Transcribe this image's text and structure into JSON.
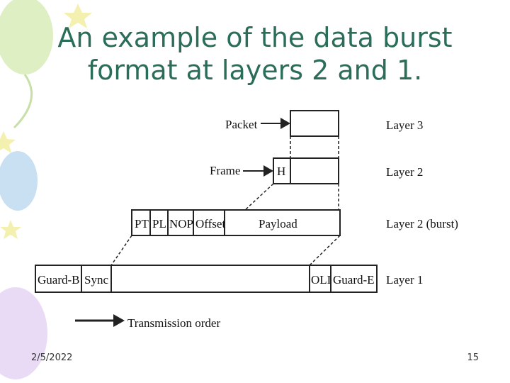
{
  "slide": {
    "title_line1": "An example of the data burst",
    "title_line2": "format at layers 2 and 1.",
    "date": "2/5/2022",
    "page_number": "15"
  },
  "diagram": {
    "packet_label": "Packet",
    "frame_label": "Frame",
    "header_label": "H",
    "burst_fields": [
      "PT",
      "PL",
      "NOP",
      "Offset",
      "Payload"
    ],
    "layer1_fields": [
      "Guard-B",
      "Sync",
      "OLI",
      "Guard-E"
    ],
    "layer_labels": [
      "Layer 3",
      "Layer 2",
      "Layer 2 (burst)",
      "Layer 1"
    ],
    "transmission_label": "Transmission order"
  },
  "colors": {
    "title": "#2a6e5a",
    "decor_green": "#d8ecb8",
    "decor_blue": "#bcd7ef",
    "decor_purple": "#e3d2f2",
    "decor_yellow": "#f4f0b0"
  }
}
